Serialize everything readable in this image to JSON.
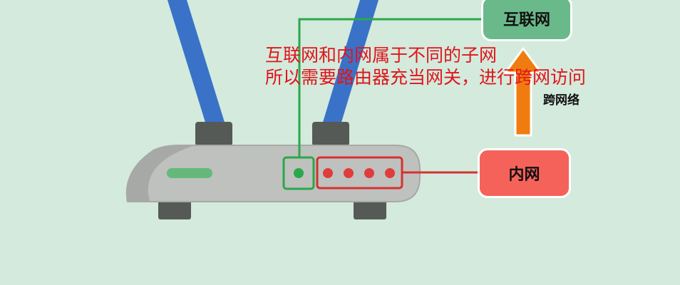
{
  "diagram": {
    "internet_label": "互联网",
    "lan_label": "内网",
    "cross_label": "跨网络",
    "note_line1": "互联网和内网属于不同的子网",
    "note_line2": "所以需要路由器充当网关，进行跨网访问"
  },
  "colors": {
    "background": "#d3eadc",
    "internet": "#6ab98a",
    "lan": "#f5625a",
    "antenna": "#3a72c8",
    "arrow": "#f07c10",
    "note_text": "#e1141b",
    "wan_line": "#2aa84a",
    "lan_line": "#d43232"
  }
}
